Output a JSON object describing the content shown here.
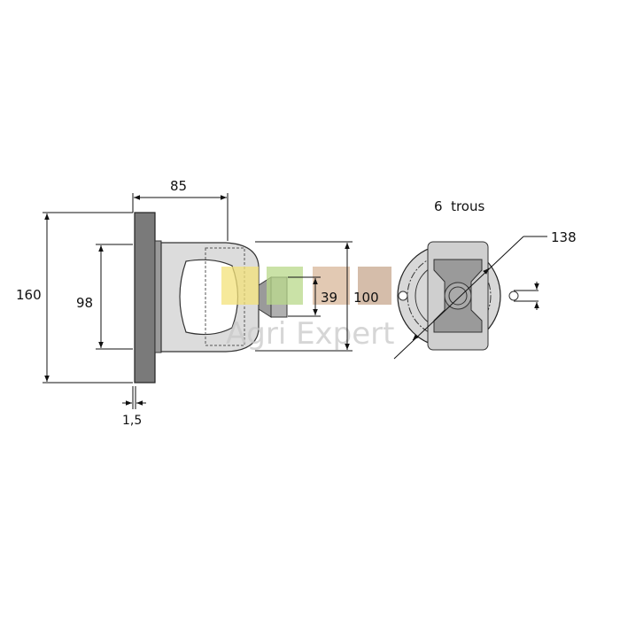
{
  "dimensions": {
    "flange_diameter": "160",
    "hub_diameter": "98",
    "length": "85",
    "flange_thickness": "1,5",
    "shaft_diameter": "39",
    "yoke_width": "100",
    "bolt_circle": "138"
  },
  "holes_label": "6  trous",
  "watermark": {
    "text": "Agri Expert",
    "colors": [
      "#f3e27a",
      "#b9d98a",
      "#d9b89a",
      "#c8a78e"
    ]
  },
  "colors": {
    "dark_part": "#7a7a7a",
    "light_part": "#dcdcdc",
    "line": "#111111"
  }
}
